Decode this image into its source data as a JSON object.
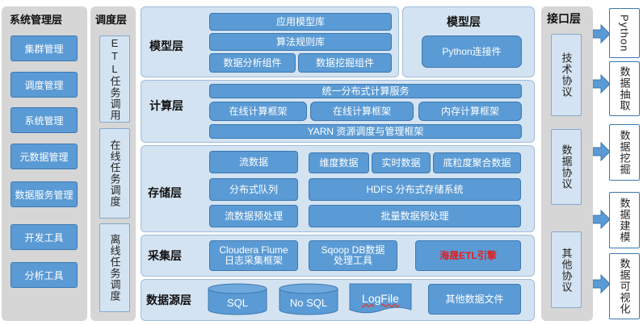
{
  "system_mgmt": {
    "title": "系统管理层",
    "items": [
      "集群管理",
      "调度管理",
      "系统管理",
      "元数据管理",
      "数据服务管理",
      "开发工具",
      "分析工具"
    ]
  },
  "scheduling": {
    "title": "调度层",
    "items": [
      "ETL任务调用",
      "在线任务调度",
      "离线任务调度"
    ]
  },
  "model_layer": {
    "title": "模型层",
    "boxes": [
      "应用模型库",
      "算法规则库",
      "数据分析组件",
      "数据挖掘组件"
    ],
    "right_title": "模型层",
    "right_box": "Python连接件"
  },
  "compute_layer": {
    "title": "计算层",
    "top": "统一分布式计算服务",
    "middle": [
      "在线计算框架",
      "在线计算框架",
      "内存计算框架"
    ],
    "bottom": "YARN 资源调度与管理框架"
  },
  "storage_layer": {
    "title": "存储层",
    "left": [
      "流数据",
      "分布式队列",
      "流数据预处理"
    ],
    "top_right": [
      "维度数据",
      "实时数据",
      "底粒度聚合数据"
    ],
    "hdfs": "HDFS 分布式存储系统",
    "batch": "批量数据预处理"
  },
  "collect_layer": {
    "title": "采集层",
    "flume": "Cloudera Flume 日志采集框架",
    "sqoop": "Sqoop DB数据处理工具",
    "etl": "海晟ETL引擎"
  },
  "source_layer": {
    "title": "数据源层",
    "items": [
      "SQL",
      "No SQL",
      "LogFile",
      "其他数据文件"
    ]
  },
  "interface_layer": {
    "title": "接口层",
    "items": [
      "技术协议",
      "数据协议",
      "其他协议"
    ]
  },
  "outputs": [
    "Python",
    "数据抽取",
    "数据挖掘",
    "数据建模",
    "数据可视化"
  ],
  "colors": {
    "accent": "#5b9bd5",
    "panel": "#d4e3f2",
    "gray": "#d6d6d6",
    "etl_text": "#e02020"
  }
}
